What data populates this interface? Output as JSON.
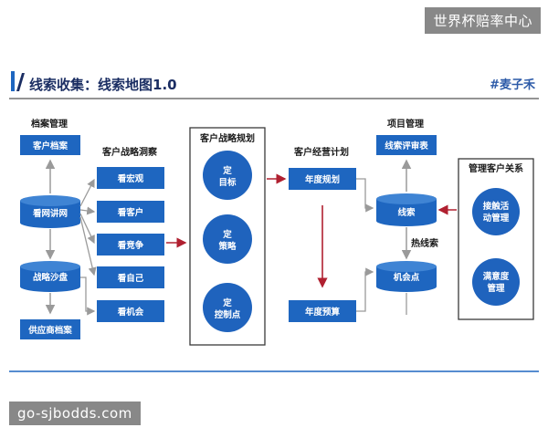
{
  "header": {
    "title": "线索收集：线索地图1.0",
    "brand": "#麦子禾"
  },
  "watermarks": {
    "top": "世界杯赔率中心",
    "bottom": "go-sjbodds.com"
  },
  "colors": {
    "box_blue": "#1e66c0",
    "circle_blue": "#1f63bd",
    "title_navy": "#1b2e63",
    "arrow_red": "#b02030",
    "arrow_gray": "#9a9a9a"
  },
  "sections": {
    "archive": {
      "title": "档案管理",
      "customer_archive": "客户档案",
      "watch_web": "看网讲网",
      "sandbox": "战略沙盘",
      "supplier_archive": "供应商档案"
    },
    "insight": {
      "title": "客户战略洞察",
      "items": [
        "看宏观",
        "看客户",
        "看竞争",
        "看自己",
        "看机会"
      ]
    },
    "planning": {
      "title": "客户战略规划",
      "target": [
        "定",
        "目标"
      ],
      "strategy": [
        "定",
        "策略"
      ],
      "control": [
        "定",
        "控制点"
      ]
    },
    "business": {
      "title": "客户经营计划",
      "annual_plan": "年度规划",
      "annual_budget": "年度预算"
    },
    "project": {
      "title": "项目管理",
      "review_table": "线索评审表",
      "clue": "线索",
      "hot_clue": "热线索",
      "opportunity": "机会点"
    },
    "relations": {
      "title": "管理客户关系",
      "contact": [
        "接触活",
        "动管理"
      ],
      "satisfaction": [
        "满意度",
        "管理"
      ]
    }
  }
}
